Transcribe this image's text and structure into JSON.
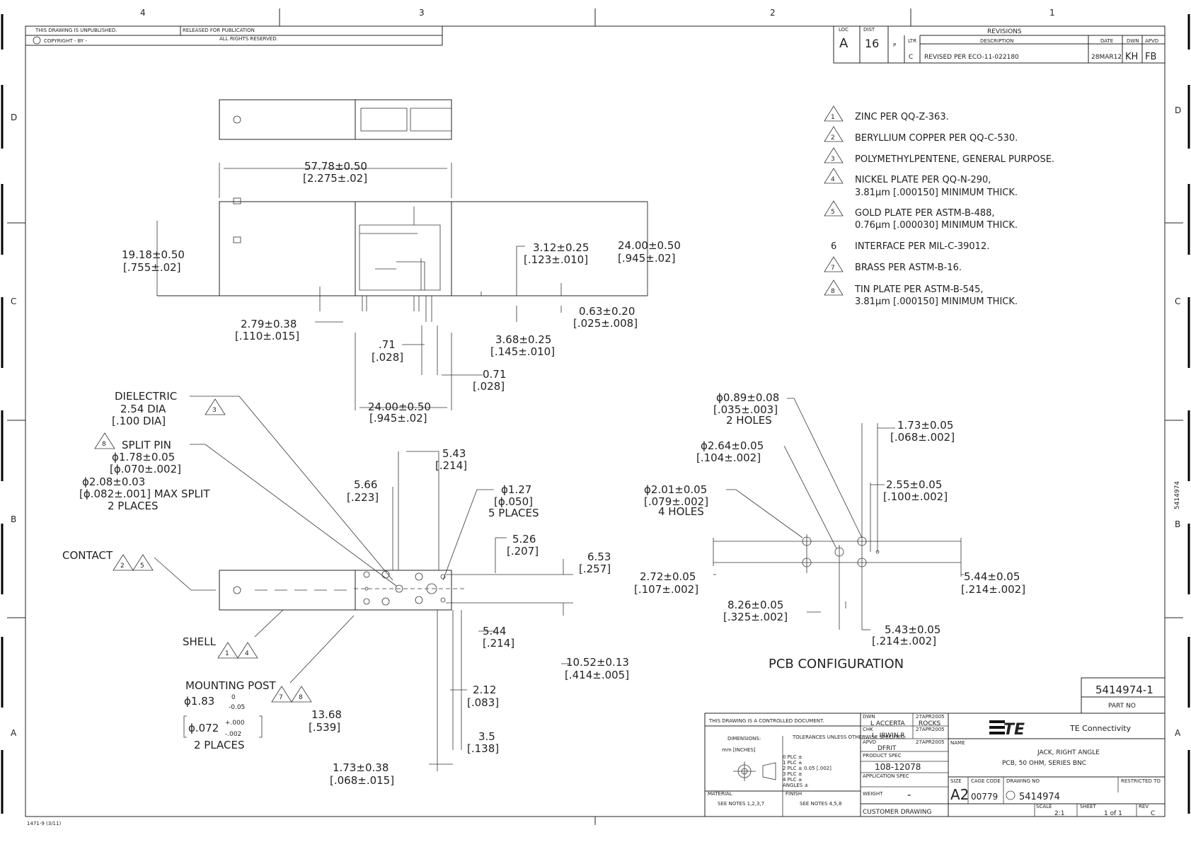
{
  "frame": {
    "top_zones": [
      "4",
      "3",
      "2",
      "1"
    ],
    "side_zones": [
      "D",
      "C",
      "B",
      "A"
    ]
  },
  "header": {
    "left_line1": "THIS DRAWING IS UNPUBLISHED.",
    "left_line2": "RELEASED FOR PUBLICATION",
    "left_line3": "ALL RIGHTS RESERVED.",
    "copyright": "COPYRIGHT  -   BY  -"
  },
  "revisions": {
    "title": "REVISIONS",
    "loc": "A",
    "dist": "16",
    "col_p": "P",
    "col_ltr": "LTR",
    "col_desc": "DESCRIPTION",
    "col_date": "DATE",
    "col_dwn": "DWN",
    "col_apvd": "APVD",
    "row_ltr": "C",
    "row_desc": "REVISED PER ECO-11-022180",
    "row_date": "28MAR12",
    "row_dwn": "KH",
    "row_apvd": "FB"
  },
  "notes": [
    {
      "num": "1",
      "text1": "ZINC PER QQ-Z-363.",
      "text2": ""
    },
    {
      "num": "2",
      "text1": "BERYLLIUM COPPER PER QQ-C-530.",
      "text2": ""
    },
    {
      "num": "3",
      "text1": "POLYMETHYLPENTENE, GENERAL PURPOSE.",
      "text2": ""
    },
    {
      "num": "4",
      "text1": "NICKEL PLATE PER QQ-N-290,",
      "text2": "3.81μm [.000150] MINIMUM THICK."
    },
    {
      "num": "5",
      "text1": "GOLD PLATE PER ASTM-B-488,",
      "text2": "0.76μm [.000030] MINIMUM THICK."
    },
    {
      "num": "6",
      "text1": "INTERFACE PER MIL-C-39012.",
      "text2": ""
    },
    {
      "num": "7",
      "text1": "BRASS PER ASTM-B-16.",
      "text2": ""
    },
    {
      "num": "8",
      "text1": "TIN PLATE PER ASTM-B-545,",
      "text2": "3.81μm [.000150] MINIMUM THICK."
    }
  ],
  "side_view": {
    "overall_length": "57.78±0.50",
    "overall_length_in": "[2.275±.02]",
    "height": "19.18±0.50",
    "height_in": "[.755±.02]",
    "body_height": "24.00±0.50",
    "body_height_in": "[.945±.02]",
    "standoff": "3.12±0.25",
    "standoff_in": "[.123±.010]",
    "pin_offset": "0.63±0.20",
    "pin_offset_in": "[.025±.008]",
    "post_len": "2.79±0.38",
    "post_len_in": "[.110±.015]",
    "pin_len": "3.68±0.25",
    "pin_len_in": "[.145±.010]",
    "pin_dia_a": ".71",
    "pin_dia_a_in": "[.028]",
    "pin_dia_b": "0.71",
    "pin_dia_b_in": "[.028]",
    "body_width": "24.00±0.50",
    "body_width_in": "[.945±.02]"
  },
  "bottom_view": {
    "dielectric_label": "DIELECTRIC",
    "dielectric_dia": "2.54 DIA",
    "dielectric_dia_in": "[.100 DIA]",
    "dielectric_note": "3",
    "split_pin_label": "SPLIT PIN",
    "split_pin_note": "8",
    "split_pin_dia": "ϕ1.78±0.05",
    "split_pin_dia_in": "[ϕ.070±.002]",
    "split_max": "ϕ2.08±0.03",
    "split_max_in": "[ϕ.082±.001] MAX SPLIT",
    "split_places": "2 PLACES",
    "dim_543": "5.43",
    "dim_543_in": "[.214]",
    "dim_566": "5.66",
    "dim_566_in": "[.223]",
    "dim_127": "ϕ1.27",
    "dim_127_in": "[ϕ.050]",
    "dim_127_places": "5 PLACES",
    "dim_526": "5.26",
    "dim_526_in": "[.207]",
    "dim_653": "6.53",
    "dim_653_in": "[.257]",
    "contact_label": "CONTACT",
    "contact_notes": [
      "2",
      "5"
    ],
    "shell_label": "SHELL",
    "shell_notes": [
      "1",
      "4"
    ],
    "dim_544": "5.44",
    "dim_544_in": "[.214]",
    "dim_1052": "10.52±0.13",
    "dim_1052_in": "[.414±.005]",
    "mounting_label": "MOUNTING POST",
    "mounting_notes": [
      "7",
      "8"
    ],
    "mounting_dia": "ϕ1.83",
    "mounting_tol_plus": "0",
    "mounting_tol_minus": "-0.05",
    "mounting_dia_in": "ϕ.072",
    "mounting_tol_in_plus": "+.000",
    "mounting_tol_in_minus": "-.002",
    "mounting_places": "2 PLACES",
    "dim_212": "2.12",
    "dim_212_in": "[.083]",
    "dim_1368": "13.68",
    "dim_1368_in": "[.539]",
    "dim_35": "3.5",
    "dim_35_in": "[.138]",
    "dim_173": "1.73±0.38",
    "dim_173_in": "[.068±.015]"
  },
  "pcb": {
    "title": "PCB CONFIGURATION",
    "hole_a": "ϕ0.89±0.08",
    "hole_a_in": "[.035±.003]",
    "hole_a_count": "2 HOLES",
    "hole_b": "ϕ2.64±0.05",
    "hole_b_in": "[.104±.002]",
    "hole_c": "ϕ2.01±0.05",
    "hole_c_in": "[.079±.002]",
    "hole_c_count": "4 HOLES",
    "dim_173": "1.73±0.05",
    "dim_173_in": "[.068±.002]",
    "dim_255": "2.55±0.05",
    "dim_255_in": "[.100±.002]",
    "dim_272": "2.72±0.05",
    "dim_272_in": "[.107±.002]",
    "dim_544": "5.44±0.05",
    "dim_544_in": "[.214±.002]",
    "dim_826": "8.26±0.05",
    "dim_826_in": "[.325±.002]",
    "dim_543": "5.43±0.05",
    "dim_543_in": "[.214±.002]"
  },
  "title_block": {
    "part_no": "5414974-1",
    "part_no_label": "PART NO",
    "controlled": "THIS DRAWING IS A CONTROLLED DOCUMENT.",
    "dimensions_label": "DIMENSIONS:",
    "units": "mm [INCHES]",
    "tolerances_label": "TOLERANCES UNLESS OTHERWISE SPECIFIED:",
    "tol_rows": [
      "0 PLC  ±",
      "1 PLC  ±",
      "2 PLC  ±  0.05 [.002]",
      "3 PLC  ±",
      "4 PLC  ±",
      "ANGLES  ±"
    ],
    "material_label": "MATERIAL",
    "material_value": "SEE NOTES 1,2,3,7",
    "finish_label": "FINISH",
    "finish_value": "SEE NOTES 4,5,8",
    "dwn_label": "DWN",
    "dwn_name": "L ACCERTA",
    "dwn_date": "27APR2005",
    "chk_label": "CHK",
    "chk_name": "ROCKS",
    "chk_date": "27APR2005",
    "chk2_name": "L. IRWIN R",
    "appr_label": "APVD",
    "appr_name": "DFRIT",
    "appr_date": "27APR2005",
    "product_spec_label": "PRODUCT SPEC",
    "product_spec": "108-12078",
    "application_spec_label": "APPLICATION SPEC",
    "weight_label": "WEIGHT",
    "weight_value": "-",
    "customer_drawing": "CUSTOMER DRAWING",
    "company": "TE Connectivity",
    "logo": "TE",
    "name_label": "NAME",
    "title_line1": "JACK, RIGHT ANGLE",
    "title_line2": "PCB, 50 OHM, SERIES BNC",
    "size_label": "SIZE",
    "size": "A2",
    "cage_label": "CAGE CODE",
    "cage": "00779",
    "dwg_label": "DRAWING NO",
    "dwg_no": "5414974",
    "restricted_label": "RESTRICTED TO",
    "scale_label": "SCALE",
    "scale": "2:1",
    "sheet_label": "SHEET",
    "sheet": "1 of 1",
    "rev_label": "REV",
    "rev": "C",
    "side_part": "5414974",
    "form_no": "1471-9 (3/11)"
  }
}
